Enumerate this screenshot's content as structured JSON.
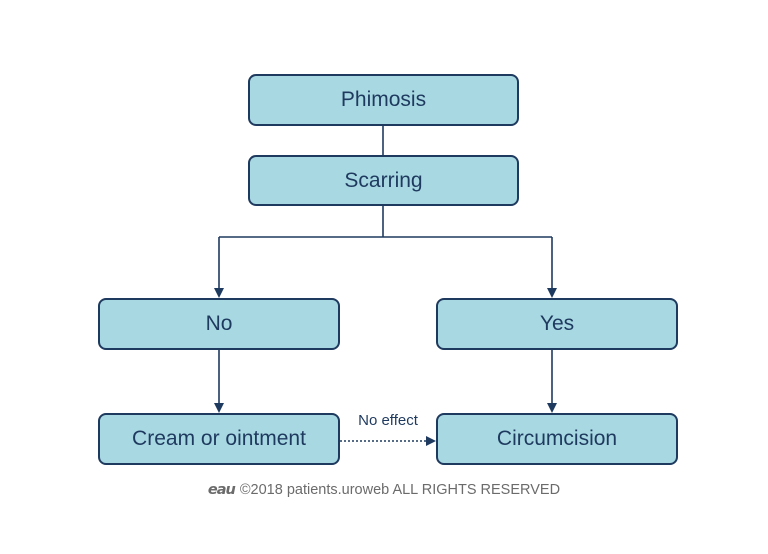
{
  "nodes": {
    "phimosis": "Phimosis",
    "scarring": "Scarring",
    "no": "No",
    "yes": "Yes",
    "cream": "Cream or ointment",
    "circumcision": "Circumcision"
  },
  "edges": {
    "no_effect_label": "No effect"
  },
  "footer": {
    "logo": "eau",
    "text": "©2018 patients.uroweb ALL RIGHTS RESERVED"
  },
  "colors": {
    "box_fill": "#a8d8e2",
    "box_border": "#1f3a5f",
    "text": "#1f3a5f",
    "footer_text": "#6b6b6b"
  }
}
